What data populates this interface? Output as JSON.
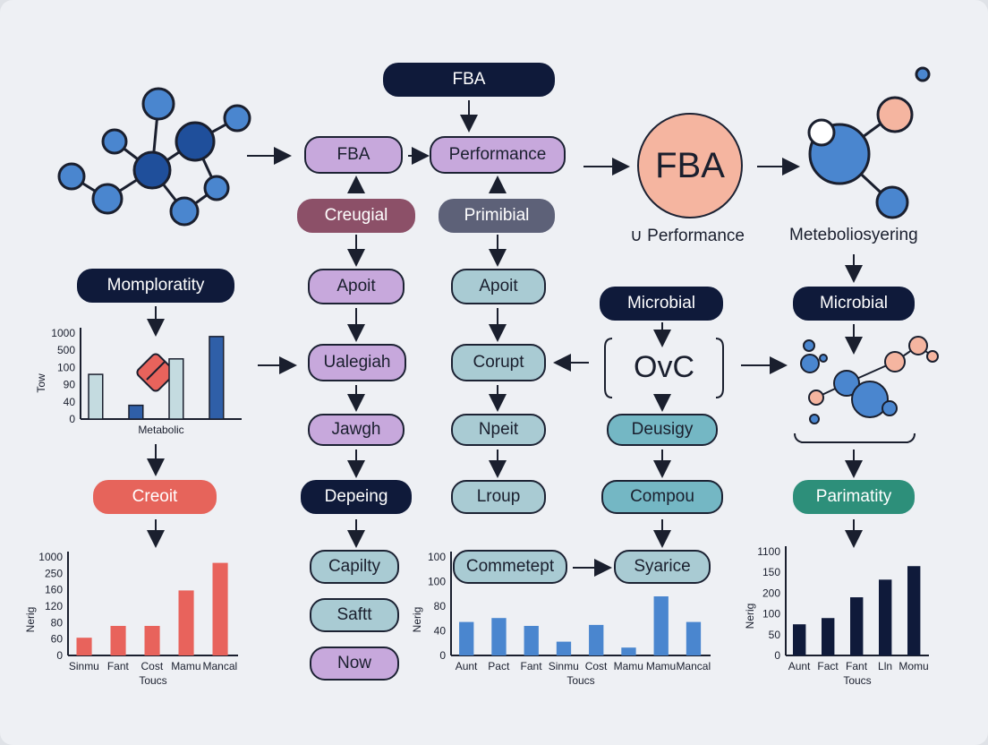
{
  "nodes": {
    "top_fba": "FBA",
    "col1_fba": "FBA",
    "col2_performance": "Performance",
    "creugial": "Creugial",
    "primibial": "Primibial",
    "big_fba": "FBA",
    "performance_caption": "∪ Performance",
    "metebolio_caption": "Meteboliosyering",
    "momploratity": "Momploratity",
    "apoit1": "Apoit",
    "apoit2": "Apoit",
    "microbial1": "Microbial",
    "microbial2": "Microbial",
    "ualegiah": "Ualegiah",
    "corupt": "Corupt",
    "ovc": "OvC",
    "jawgh": "Jawgh",
    "npeit": "Npeit",
    "deusigy": "Deusigy",
    "creoit": "Creoit",
    "depeing": "Depeing",
    "lroup": "Lroup",
    "compou": "Compou",
    "parimatity": "Parimatity",
    "capilty": "Capilty",
    "saftt": "Saftt",
    "now": "Now",
    "commetept": "Commetept",
    "syarice": "Syarice"
  },
  "colors": {
    "dark": "#0f1a3a",
    "purple": "#c7a8dc",
    "teal": "#a9cbd3",
    "salmon": "#f5b5a0",
    "red_bar": "#e8635c",
    "blue_bar": "#4a86cf",
    "navy_bar": "#0f1a3a"
  },
  "chart_data": [
    {
      "type": "bar",
      "xlabel": "Metabolic",
      "ylabel": "Tow",
      "yticks": [
        "1000",
        "500",
        "100",
        "90",
        "40",
        "0"
      ],
      "series": [
        {
          "values": [
            52,
            0,
            0,
            0
          ]
        },
        {
          "values": [
            0,
            16,
            0,
            0
          ]
        },
        {
          "values": [
            0,
            0,
            70,
            0
          ]
        },
        {
          "values": [
            0,
            0,
            0,
            96
          ]
        }
      ],
      "bar_colors": [
        "#c4dbe0",
        "#2f5fa8",
        "#c4dbe0",
        "#2f5fa8"
      ],
      "ylim": [
        0,
        100
      ],
      "grid": false
    },
    {
      "type": "bar",
      "xlabel": "Toucs",
      "ylabel": "Nerig",
      "categories": [
        "Sinmu",
        "Fant",
        "Cost",
        "Mamu",
        "Mancal"
      ],
      "yticks": [
        "1000",
        "250",
        "160",
        "120",
        "80",
        "60",
        "0"
      ],
      "values": [
        18,
        30,
        30,
        66,
        94
      ],
      "ylim": [
        0,
        100
      ],
      "grid": false
    },
    {
      "type": "bar",
      "xlabel": "Toucs",
      "ylabel": "Nerig",
      "categories": [
        "Aunt",
        "Pact",
        "Fant",
        "Sinmu",
        "Cost",
        "Mamu",
        "Mamu",
        "Mancal"
      ],
      "yticks": [
        "100",
        "100",
        "80",
        "40",
        "0"
      ],
      "values": [
        34,
        38,
        30,
        14,
        31,
        8,
        60,
        34
      ],
      "ylim": [
        0,
        100
      ],
      "grid": false
    },
    {
      "type": "bar",
      "xlabel": "Toucs",
      "ylabel": "Nerig",
      "categories": [
        "Aunt",
        "Fact",
        "Fant",
        "Lln",
        "Momu"
      ],
      "yticks": [
        "1100",
        "150",
        "200",
        "100",
        "50",
        "0"
      ],
      "values": [
        30,
        36,
        56,
        73,
        86
      ],
      "ylim": [
        0,
        100
      ],
      "grid": false
    }
  ]
}
